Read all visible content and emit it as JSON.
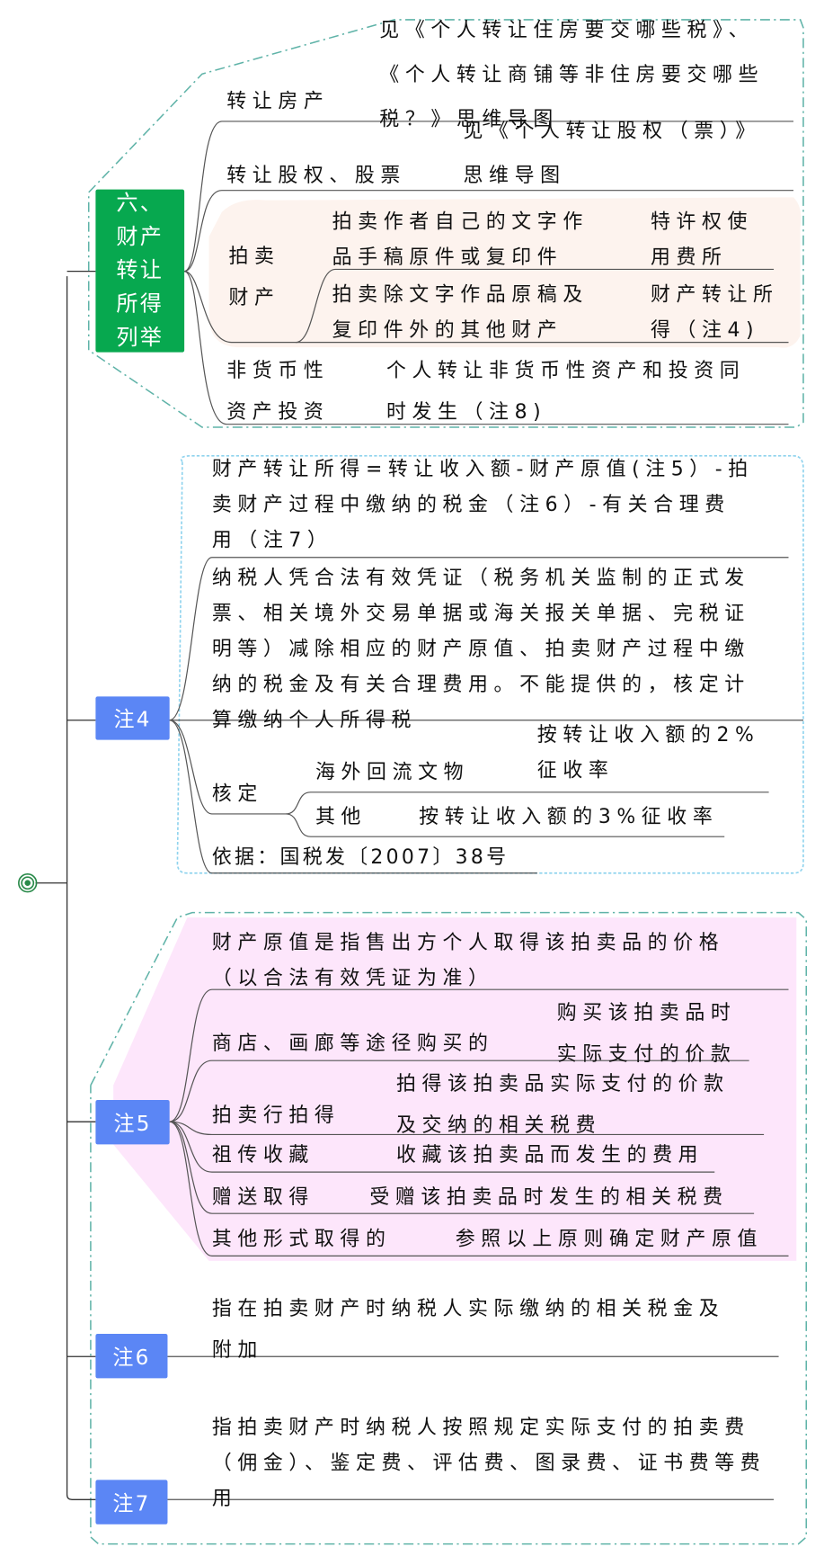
{
  "colors": {
    "green": "#07a84f",
    "blue": "#5b86f5",
    "teal": "#5fb3a8",
    "peach": "#fdf3ee",
    "pink": "#fde6fb",
    "line": "#444444"
  },
  "root": {
    "icon": "target-circle-icon"
  },
  "section6": {
    "title": "六、\n财产\n转让\n所得\n列举",
    "rows": [
      {
        "label": "转让房产",
        "value": "见《个人转让住房要交哪些税》、\n《个人转让商铺等非住房要交哪些\n税？》思维导图"
      },
      {
        "label": "转让股权、股票",
        "value": "见《个人转让股权（票）》\n思维导图"
      },
      {
        "label": "拍卖\n财产",
        "subs": [
          {
            "label": "拍卖作者自己的文字作\n品手稿原件或复印件",
            "value": "特许权使\n用费所"
          },
          {
            "label": "拍卖除文字作品原稿及\n复印件外的其他财产",
            "value": "财产转让所\n得（注4)"
          }
        ]
      },
      {
        "label": "非货币性\n资产投资",
        "value": "个人转让非货币性资产和投资同\n时发生（注8)"
      }
    ]
  },
  "note4": {
    "label": "注4",
    "formula": "财产转让所得=转让收入额-财产原值(注5）-拍\n卖财产过程中缴纳的税金（注6）-有关合理费\n用（注7）",
    "evidence": "纳税人凭合法有效凭证（税务机关监制的正式发\n票、相关境外交易单据或海关报关单据、完税证\n明等）减除相应的财产原值、拍卖财产过程中缴\n纳的税金及有关合理费用。不能提供的，核定计\n算缴纳个人所得税",
    "assess_label": "核定",
    "assess": [
      {
        "label": "海外回流文物",
        "value": "按转让收入额的2%\n征收率"
      },
      {
        "label": "其他",
        "value": "按转让收入额的3%征收率"
      }
    ],
    "basis": "依据：国税发〔2007〕38号"
  },
  "note5": {
    "label": "注5",
    "definition": "财产原值是指售出方个人取得该拍卖品的价格\n（以合法有效凭证为准）",
    "rows": [
      {
        "label": "商店、画廊等途径购买的",
        "value": "购买该拍卖品时\n实际支付的价款"
      },
      {
        "label": "拍卖行拍得",
        "value": "拍得该拍卖品实际支付的价款\n及交纳的相关税费"
      },
      {
        "label": "祖传收藏",
        "value": "收藏该拍卖品而发生的费用"
      },
      {
        "label": "赠送取得",
        "value": "受赠该拍卖品时发生的相关税费"
      },
      {
        "label": "其他形式取得的",
        "value": "参照以上原则确定财产原值"
      }
    ]
  },
  "note6": {
    "label": "注6",
    "text": "指在拍卖财产时纳税人实际缴纳的相关税金及\n附加"
  },
  "note7": {
    "label": "注7",
    "text": "指拍卖财产时纳税人按照规定实际支付的拍卖费\n（佣金）、鉴定费、评估费、图录费、证书费等费\n用"
  }
}
